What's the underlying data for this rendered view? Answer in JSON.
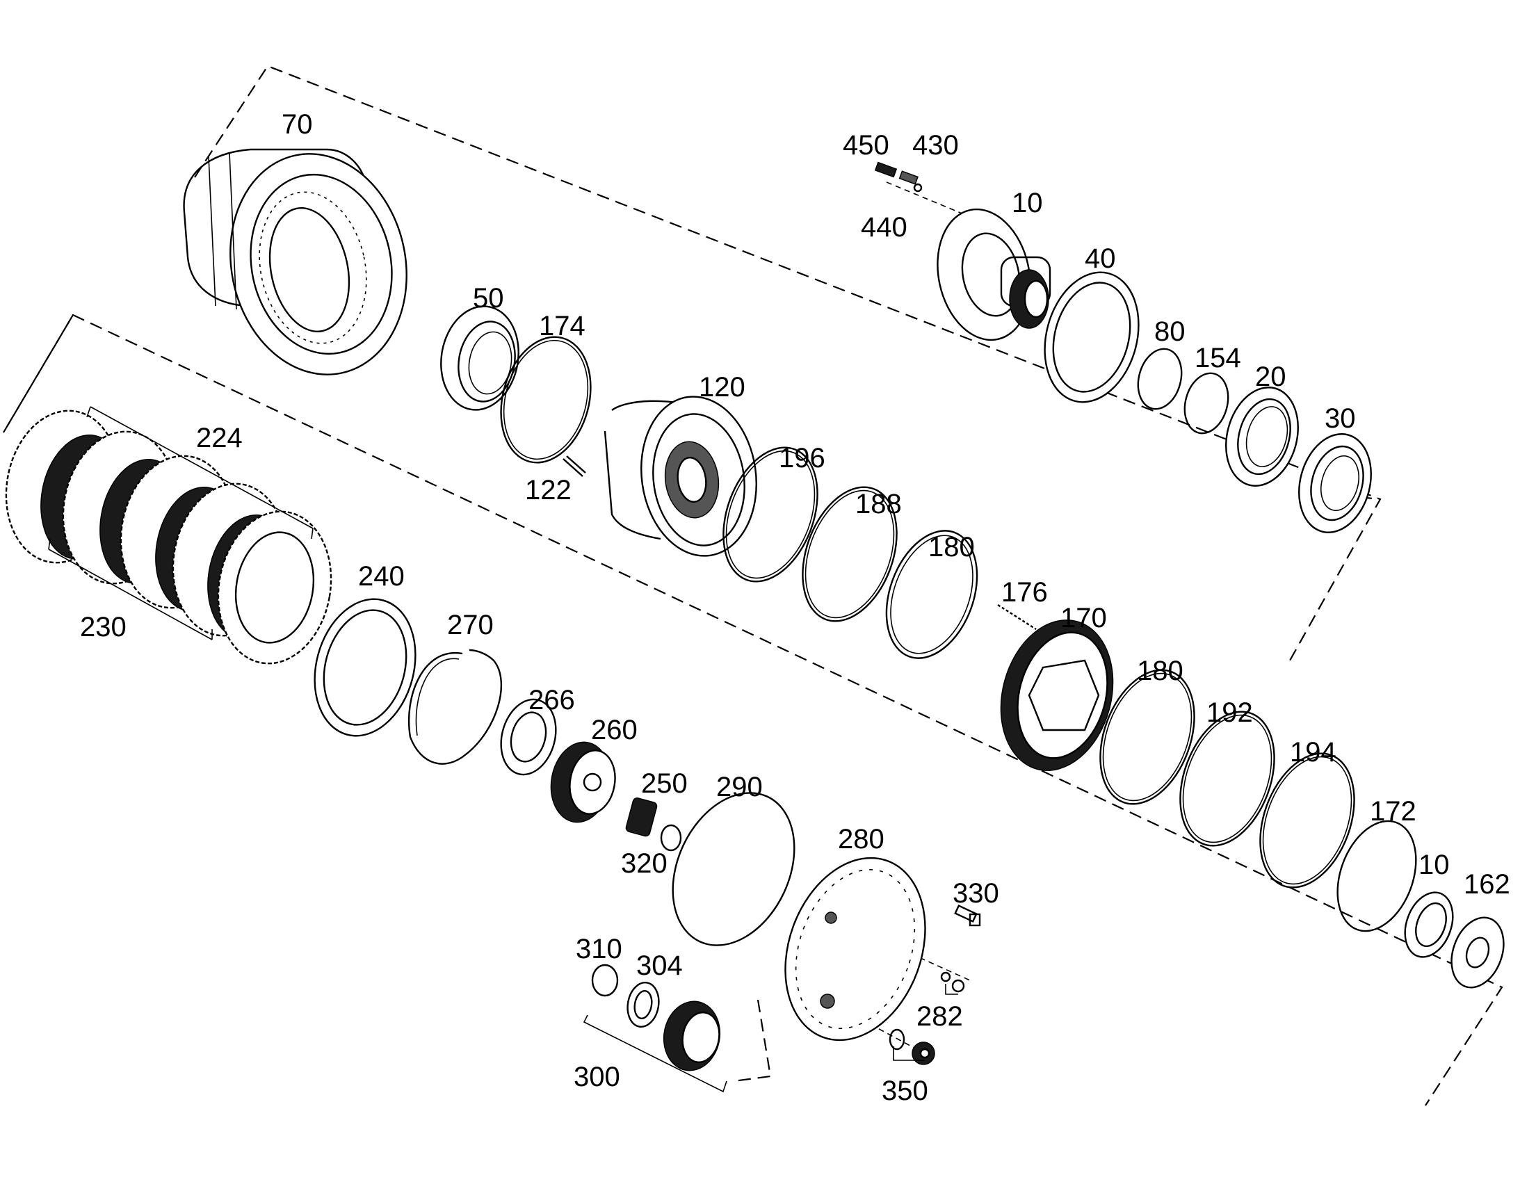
{
  "labels": {
    "p70": "70",
    "p450": "450",
    "p430": "430",
    "p440": "440",
    "p10a": "10",
    "p40": "40",
    "p50": "50",
    "p174": "174",
    "p80": "80",
    "p154": "154",
    "p20": "20",
    "p120": "120",
    "p30": "30",
    "p224": "224",
    "p122": "122",
    "p196": "196",
    "p188": "188",
    "p180a": "180",
    "p230": "230",
    "p240": "240",
    "p176": "176",
    "p170": "170",
    "p270": "270",
    "p180b": "180",
    "p266": "266",
    "p192": "192",
    "p260": "260",
    "p194": "194",
    "p250": "250",
    "p290": "290",
    "p172": "172",
    "p280": "280",
    "p320": "320",
    "p10b": "10",
    "p162": "162",
    "p330": "330",
    "p310": "310",
    "p304": "304",
    "p282": "282",
    "p300": "300",
    "p350": "350"
  }
}
